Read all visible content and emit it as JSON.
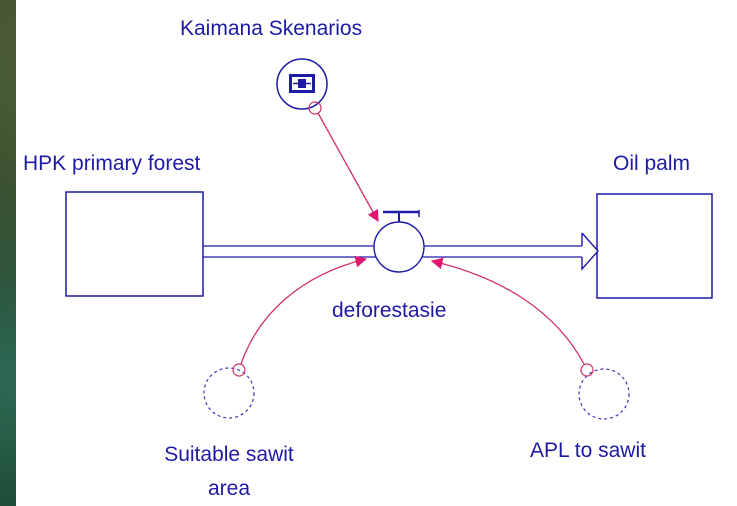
{
  "diagram": {
    "converters": {
      "scenarios": {
        "label": "Kaimana Skenarios"
      },
      "suitable_area": {
        "label_line1": "Suitable sawit",
        "label_line2": "area"
      },
      "apl_to_sawit": {
        "label": "APL to sawit"
      }
    },
    "stocks": {
      "source": {
        "label": "HPK primary forest"
      },
      "sink": {
        "label": "Oil palm"
      }
    },
    "flow": {
      "label": "deforestasie"
    },
    "colors": {
      "text": "#1d1aa6",
      "shape_stroke": "#1d1aa6",
      "connector": "#d0306b",
      "connector_arrow": "#e0156f"
    }
  }
}
